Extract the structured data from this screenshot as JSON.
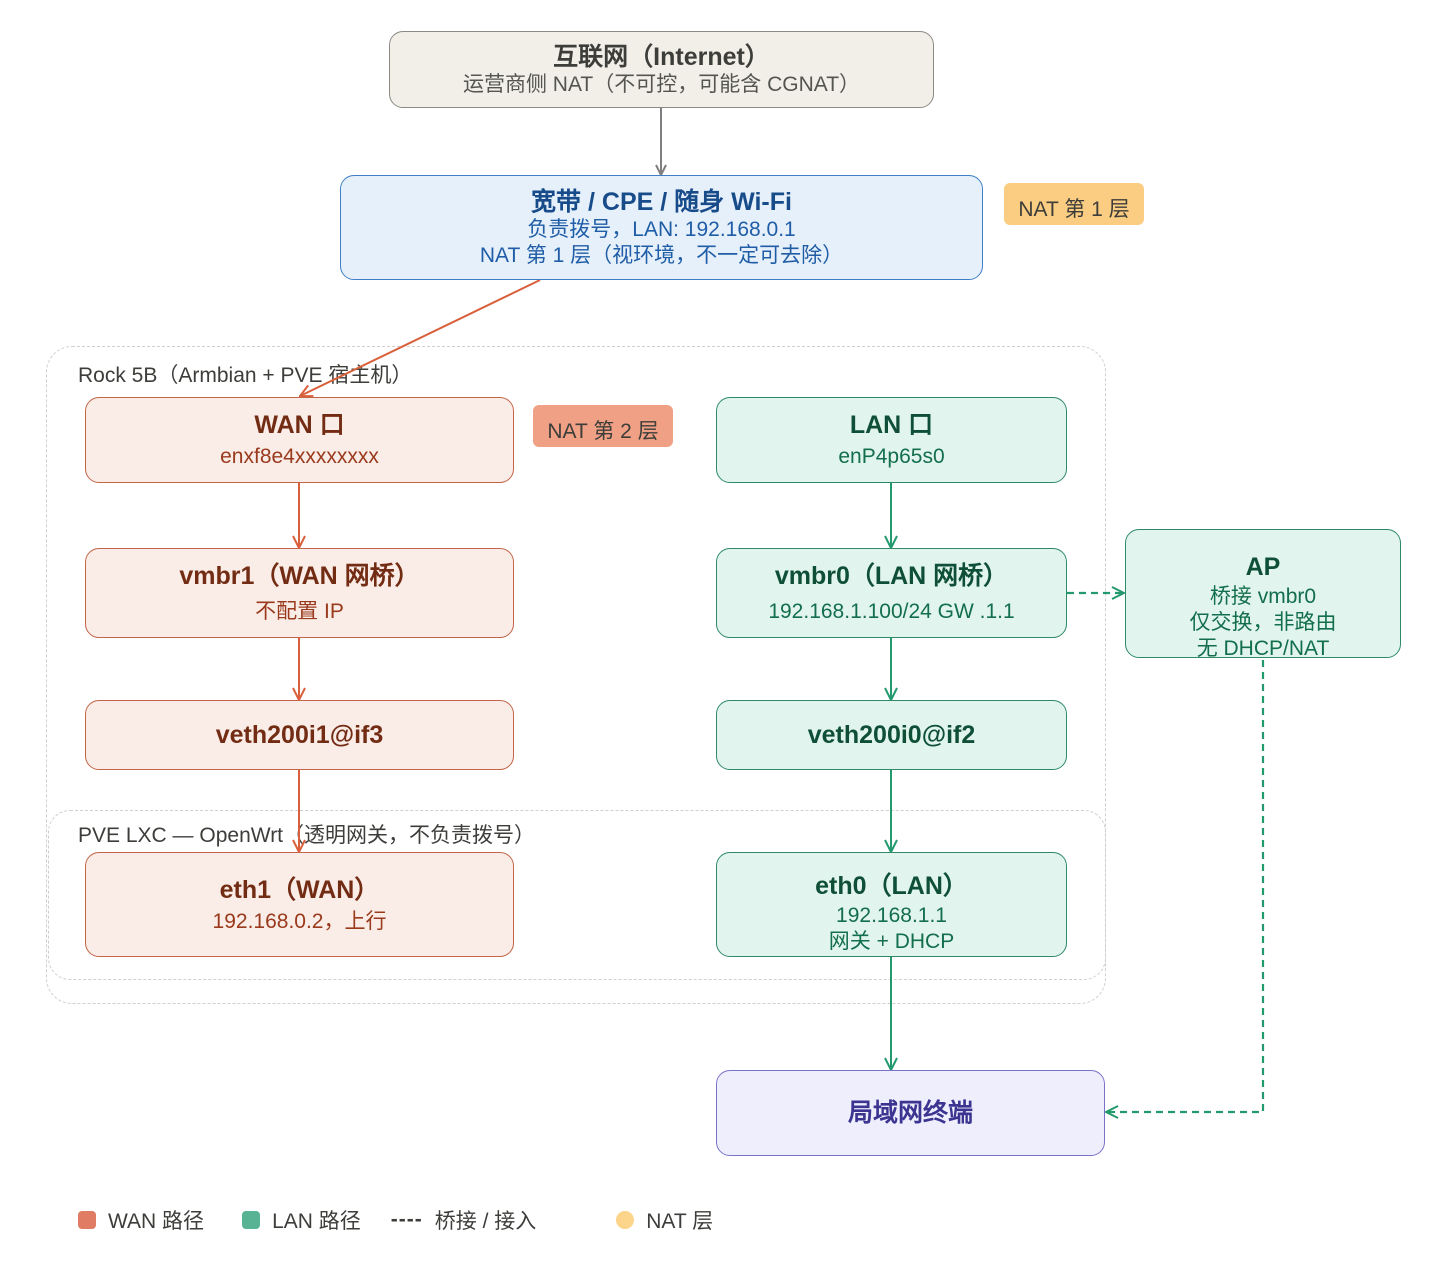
{
  "colors": {
    "wan": "#d9603b",
    "lan": "#239a6e",
    "neutral": "#7f7f7f",
    "nat1_badge": "#fbcd82",
    "nat2_badge": "#f0a084",
    "legend_wan": "#e07c63",
    "legend_lan": "#58b394",
    "legend_nat": "#fcd48a"
  },
  "nodes": {
    "internet": {
      "title": "互联网（Internet）",
      "sub": "运营商侧 NAT（不可控，可能含 CGNAT）"
    },
    "cpe": {
      "title": "宽带 / CPE / 随身 Wi-Fi",
      "sub1": "负责拨号，LAN: 192.168.0.1",
      "sub2": "NAT 第 1 层（视环境，不一定可去除）"
    },
    "wan_port": {
      "title": "WAN 口",
      "sub": "enxf8e4xxxxxxxx"
    },
    "vmbr1": {
      "title": "vmbr1（WAN 网桥）",
      "sub": "不配置 IP"
    },
    "veth_wan": {
      "title": "veth200i1@if3"
    },
    "eth1": {
      "title": "eth1（WAN）",
      "sub": "192.168.0.2，上行"
    },
    "lan_port": {
      "title": "LAN 口",
      "sub": "enP4p65s0"
    },
    "vmbr0": {
      "title": "vmbr0（LAN 网桥）",
      "sub": "192.168.1.100/24 GW .1.1"
    },
    "veth_lan": {
      "title": "veth200i0@if2"
    },
    "eth0": {
      "title": "eth0（LAN）",
      "sub1": "192.168.1.1",
      "sub2": "网关 + DHCP"
    },
    "ap": {
      "title": "AP",
      "sub1": "桥接 vmbr0",
      "sub2": "仅交换，非路由",
      "sub3": "无 DHCP/NAT"
    },
    "terminal": {
      "title": "局域网终端"
    }
  },
  "groups": {
    "host": {
      "label": "Rock 5B（Armbian + PVE 宿主机）"
    },
    "lxc": {
      "label": "PVE LXC — OpenWrt（透明网关，不负责拨号）"
    }
  },
  "badges": {
    "nat1": "NAT 第 1 层",
    "nat2": "NAT 第 2 层"
  },
  "legend": {
    "wan": "WAN 路径",
    "lan": "LAN 路径",
    "bridge_symbol": "----",
    "bridge": "桥接 / 接入",
    "nat": "NAT 层"
  }
}
